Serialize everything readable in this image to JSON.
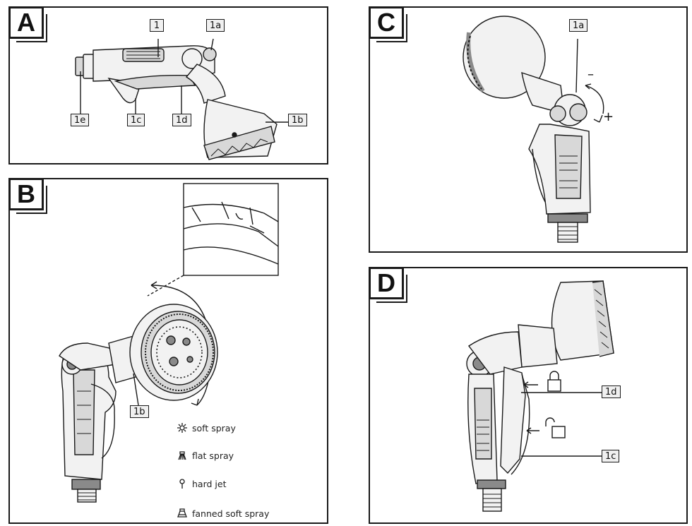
{
  "panels": {
    "a": {
      "letter": "A"
    },
    "b": {
      "letter": "B"
    },
    "c": {
      "letter": "C"
    },
    "d": {
      "letter": "D"
    }
  },
  "callouts": {
    "a_1": "1",
    "a_1a": "1a",
    "a_1e": "1e",
    "a_1c": "1c",
    "a_1d": "1d",
    "a_1b": "1b",
    "b_1b": "1b",
    "c_1a": "1a",
    "c_minus": "–",
    "c_plus": "+",
    "d_1d": "1d",
    "d_1c": "1c"
  },
  "legend": [
    {
      "icon": "soft-spray-icon",
      "label": "soft spray"
    },
    {
      "icon": "flat-spray-icon",
      "label": "flat spray"
    },
    {
      "icon": "hard-jet-icon",
      "label": "hard jet"
    },
    {
      "icon": "fanned-soft-spray-icon",
      "label": "fanned soft spray"
    }
  ],
  "colors": {
    "line": "#1a1a1a",
    "fill_light": "#f2f2f2",
    "fill_mid": "#d8d8d8",
    "fill_dark": "#8a8a8a"
  }
}
